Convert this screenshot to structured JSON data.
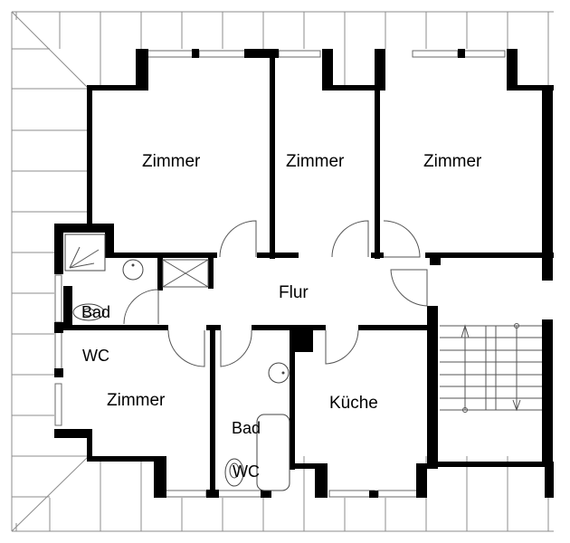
{
  "plan": {
    "type": "floor-plan",
    "colors": {
      "wall": "#000000",
      "grid": "#8c8c8c",
      "background": "#ffffff"
    },
    "rooms": [
      {
        "id": "zimmer-1",
        "label": "Zimmer"
      },
      {
        "id": "zimmer-2",
        "label": "Zimmer"
      },
      {
        "id": "zimmer-3",
        "label": "Zimmer"
      },
      {
        "id": "bad-wc-1",
        "label_line1": "Bad",
        "label_line2": "WC"
      },
      {
        "id": "flur",
        "label": "Flur"
      },
      {
        "id": "zimmer-4",
        "label": "Zimmer"
      },
      {
        "id": "bad-wc-2",
        "label_line1": "Bad",
        "label_line2": "WC"
      },
      {
        "id": "kueche",
        "label": "Küche"
      }
    ],
    "fixtures": [
      "shower",
      "washbasin",
      "toilet",
      "bathtub",
      "shaft",
      "staircase"
    ]
  }
}
